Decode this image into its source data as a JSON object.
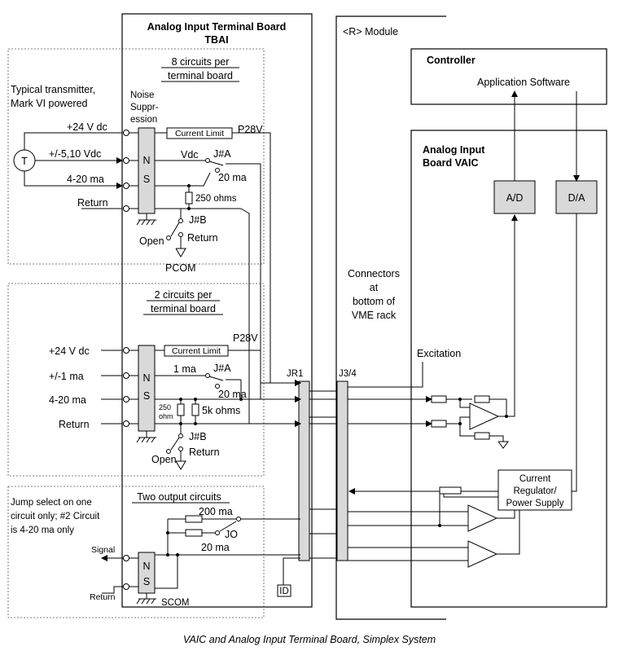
{
  "tbai": {
    "title1": "Analog Input Terminal Board",
    "title2": "TBAI"
  },
  "module": {
    "label": "<R>  Module"
  },
  "controller": {
    "title": "Controller",
    "software": "Application Software"
  },
  "vaic": {
    "title1": "Analog Input",
    "title2": "Board   VAIC",
    "ad": "A/D",
    "da": "D/A",
    "excitation": "Excitation",
    "regulator": [
      "Current",
      "Regulator/",
      "Power Supply"
    ]
  },
  "connectors": {
    "lines": [
      "Connectors",
      "at",
      "bottom of",
      "VME rack"
    ],
    "jr1": "JR1",
    "j34": "J3/4",
    "id": "ID"
  },
  "section1": {
    "heading1": "8 circuits per",
    "heading2": "terminal board",
    "transmitter1": "Typical transmitter,",
    "transmitter2": "Mark VI powered",
    "t_symbol": "T",
    "noise": [
      "Noise",
      "Suppr-",
      "ession"
    ],
    "ns": [
      "N",
      "S"
    ],
    "inputs": [
      "+24 V dc",
      "+/-5,10 Vdc",
      "4-20 ma",
      "Return"
    ],
    "current_limit": "Current Limit",
    "p28v": "P28V",
    "vdc": "Vdc",
    "jumper_a": "J#A",
    "ma20": "20 ma",
    "ohms250": "250 ohms",
    "jumper_b": "J#B",
    "open": "Open",
    "return_pos": "Return",
    "pcom": "PCOM"
  },
  "section2": {
    "heading1": "2 circuits per",
    "heading2": "terminal board",
    "inputs": [
      "+24 V dc",
      "+/-1 ma",
      "4-20 ma",
      "Return"
    ],
    "ns": [
      "N",
      "S"
    ],
    "current_limit": "Current Limit",
    "p28v": "P28V",
    "ma1": "1 ma",
    "jumper_a": "J#A",
    "ma20": "20 ma",
    "ohm250a": "250",
    "ohm250b": "ohm",
    "ohms5k": "5k ohms",
    "jumper_b": "J#B",
    "return_pos": "Return",
    "open": "Open"
  },
  "section3": {
    "heading": "Two output circuits",
    "note": [
      "Jump select on one",
      "circuit only; #2 Circuit",
      "is 4-20 ma only"
    ],
    "ns": [
      "N",
      "S"
    ],
    "ma200": "200 ma",
    "jo": "JO",
    "ma20": "20 ma",
    "signal": "Signal",
    "return": "Return",
    "scom": "SCOM"
  },
  "caption": "VAIC and Analog Input Terminal Board, Simplex System"
}
